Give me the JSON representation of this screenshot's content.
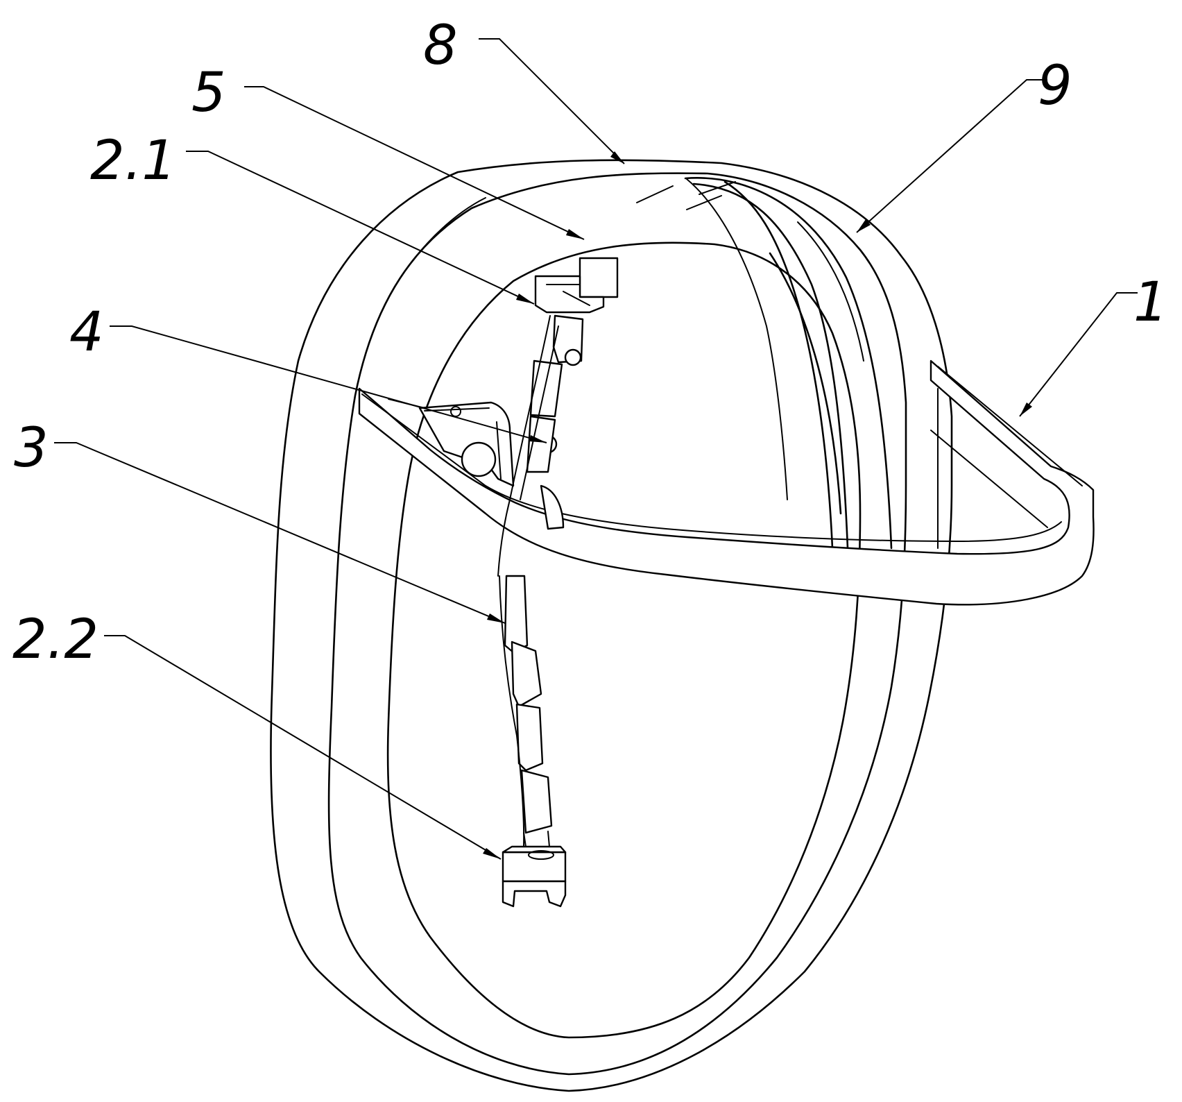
{
  "figure": {
    "labels": {
      "part_8": "8",
      "part_5": "5",
      "part_9": "9",
      "part_2_1": "2.1",
      "part_1": "1",
      "part_4": "4",
      "part_3": "3",
      "part_2_2": "2.2"
    }
  }
}
